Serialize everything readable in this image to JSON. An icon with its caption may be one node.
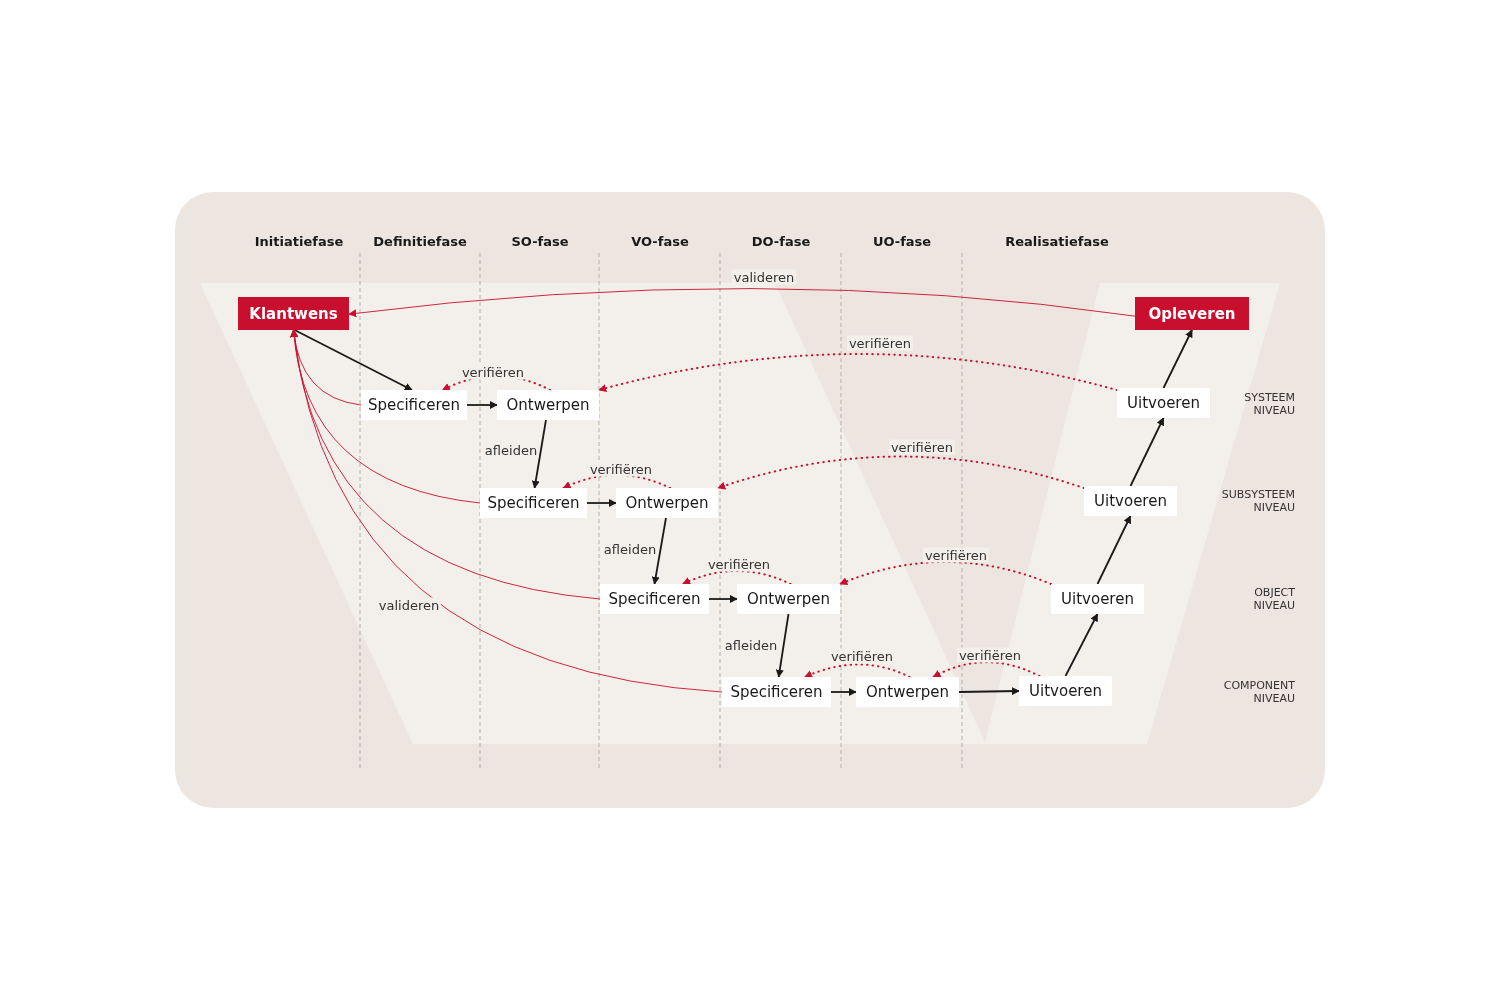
{
  "diagram": {
    "nodes": [
      {
        "text": [
          "Klantwens"
        ]
      },
      {
        "text": [
          "Opleveren"
        ]
      },
      {
        "text": [
          "Specificeren"
        ]
      },
      {
        "text": [
          "Ontwerpen"
        ]
      },
      {
        "text": [
          "Uitvoeren"
        ]
      },
      {
        "text": [
          "Specificeren"
        ]
      },
      {
        "text": [
          "Ontwerpen"
        ]
      },
      {
        "text": [
          "Uitvoeren"
        ]
      },
      {
        "text": [
          "Specificeren"
        ]
      },
      {
        "text": [
          "Ontwerpen"
        ]
      },
      {
        "text": [
          "Uitvoeren"
        ]
      },
      {
        "text": [
          "Specificeren"
        ]
      },
      {
        "text": [
          "Ontwerpen"
        ]
      },
      {
        "text": [
          "Uitvoeren"
        ]
      }
    ],
    "edges": [
      {
        "from": 1,
        "to": 0,
        "arrow": "to",
        "label": "valideren",
        "color": "#c8102e"
      },
      {
        "from": 0,
        "to": 2,
        "arrow": "to",
        "color": "#1a1a1a"
      },
      {
        "from": 2,
        "to": 3,
        "arrow": "to",
        "color": "#1a1a1a"
      },
      {
        "from": 3,
        "to": 5,
        "arrow": "to",
        "label": "afleiden",
        "color": "#1a1a1a"
      },
      {
        "from": 5,
        "to": 6,
        "arrow": "to",
        "color": "#1a1a1a"
      },
      {
        "from": 6,
        "to": 8,
        "arrow": "to",
        "label": "afleiden",
        "color": "#1a1a1a"
      },
      {
        "from": 8,
        "to": 9,
        "arrow": "to",
        "color": "#1a1a1a"
      },
      {
        "from": 9,
        "to": 11,
        "arrow": "to",
        "label": "afleiden",
        "color": "#1a1a1a"
      },
      {
        "from": 11,
        "to": 12,
        "arrow": "to",
        "color": "#1a1a1a"
      },
      {
        "from": 12,
        "to": 13,
        "arrow": "to",
        "color": "#1a1a1a"
      },
      {
        "from": 13,
        "to": 10,
        "arrow": "to",
        "color": "#1a1a1a"
      },
      {
        "from": 10,
        "to": 7,
        "arrow": "to",
        "color": "#1a1a1a"
      },
      {
        "from": 7,
        "to": 4,
        "arrow": "to",
        "color": "#1a1a1a"
      },
      {
        "from": 4,
        "to": 1,
        "arrow": "to",
        "color": "#1a1a1a"
      },
      {
        "from": 3,
        "to": 2,
        "arrow": "to",
        "label": "verifiëren",
        "style": "dashed",
        "color": "#c8102e"
      },
      {
        "from": 4,
        "to": 3,
        "arrow": "to",
        "label": "verifiëren",
        "style": "dashed",
        "color": "#c8102e"
      },
      {
        "from": 6,
        "to": 5,
        "arrow": "to",
        "label": "verifiëren",
        "style": "dashed",
        "color": "#c8102e"
      },
      {
        "from": 7,
        "to": 6,
        "arrow": "to",
        "label": "verifiëren",
        "style": "dashed",
        "color": "#c8102e"
      },
      {
        "from": 9,
        "to": 8,
        "arrow": "to",
        "label": "verifiëren",
        "style": "dashed",
        "color": "#c8102e"
      },
      {
        "from": 10,
        "to": 9,
        "arrow": "to",
        "label": "verifiëren",
        "style": "dashed",
        "color": "#c8102e"
      },
      {
        "from": 12,
        "to": 11,
        "arrow": "to",
        "label": "verifiëren",
        "style": "dashed",
        "color": "#c8102e"
      },
      {
        "from": 13,
        "to": 12,
        "arrow": "to",
        "label": "verifiëren",
        "style": "dashed",
        "color": "#c8102e"
      },
      {
        "from": 2,
        "to": 0,
        "arrow": "to",
        "color": "#c8102e"
      },
      {
        "from": 5,
        "to": 0,
        "arrow": "to",
        "color": "#c8102e"
      },
      {
        "from": 8,
        "to": 0,
        "arrow": "to",
        "color": "#c8102e"
      },
      {
        "from": 11,
        "to": 0,
        "arrow": "to",
        "label": "valideren",
        "color": "#c8102e"
      }
    ],
    "labels": [
      "Initiatiefase",
      "Definitiefase",
      "SO-fase",
      "VO-fase",
      "DO-fase",
      "UO-fase",
      "Realisatiefase",
      "SYSTEEM NIVEAU",
      "SUBSYSTEEM NIVEAU",
      "OBJECT NIVEAU",
      "COMPONENT NIVEAU"
    ]
  }
}
